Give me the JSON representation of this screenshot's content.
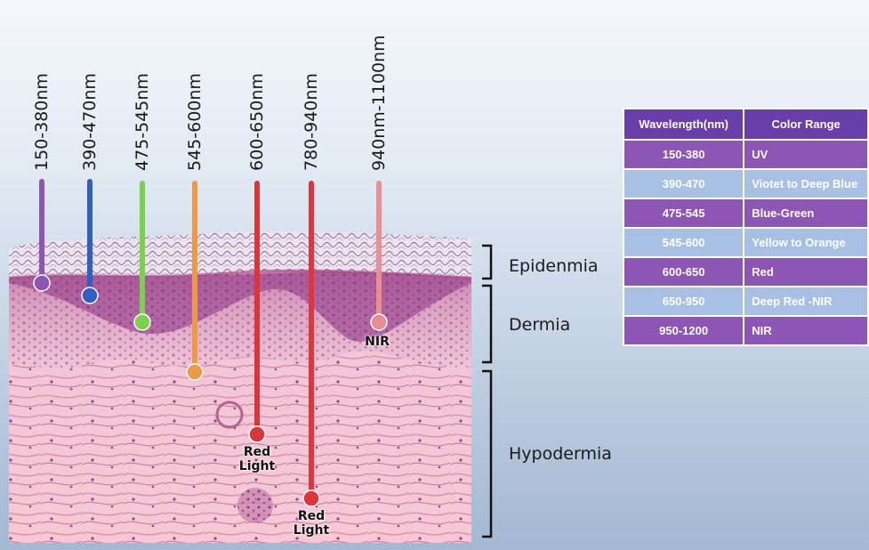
{
  "diagram": {
    "probes": [
      {
        "label": "150-380nm",
        "color": "#8e56b4",
        "end_label": ""
      },
      {
        "label": "390-470nm",
        "color": "#2f5fc0",
        "end_label": ""
      },
      {
        "label": "475-545nm",
        "color": "#7ad24c",
        "end_label": ""
      },
      {
        "label": "545-600nm",
        "color": "#ec9a48",
        "end_label": ""
      },
      {
        "label": "600-650nm",
        "color": "#d9363a",
        "end_label": "Red\nLight"
      },
      {
        "label": "780-940nm",
        "color": "#e0363a",
        "end_label": "Red\nLight"
      },
      {
        "label": "940nm-1100nm",
        "color": "#e98f92",
        "end_label": "NIR"
      }
    ],
    "layers": [
      {
        "name": "Epidenmia"
      },
      {
        "name": "Dermia"
      },
      {
        "name": "Hypodermia"
      }
    ]
  },
  "table": {
    "headers": [
      "Wavelength(nm)",
      "Color Range"
    ],
    "rows": [
      {
        "range": "150-380",
        "color": "UV"
      },
      {
        "range": "390-470",
        "color": "Viotet to Deep Blue"
      },
      {
        "range": "475-545",
        "color": "Blue-Green"
      },
      {
        "range": "545-600",
        "color": "Yellow to Orange"
      },
      {
        "range": "600-650",
        "color": "Red"
      },
      {
        "range": "650-950",
        "color": "Deep Red -NIR"
      },
      {
        "range": "950-1200",
        "color": "NIR"
      }
    ]
  }
}
